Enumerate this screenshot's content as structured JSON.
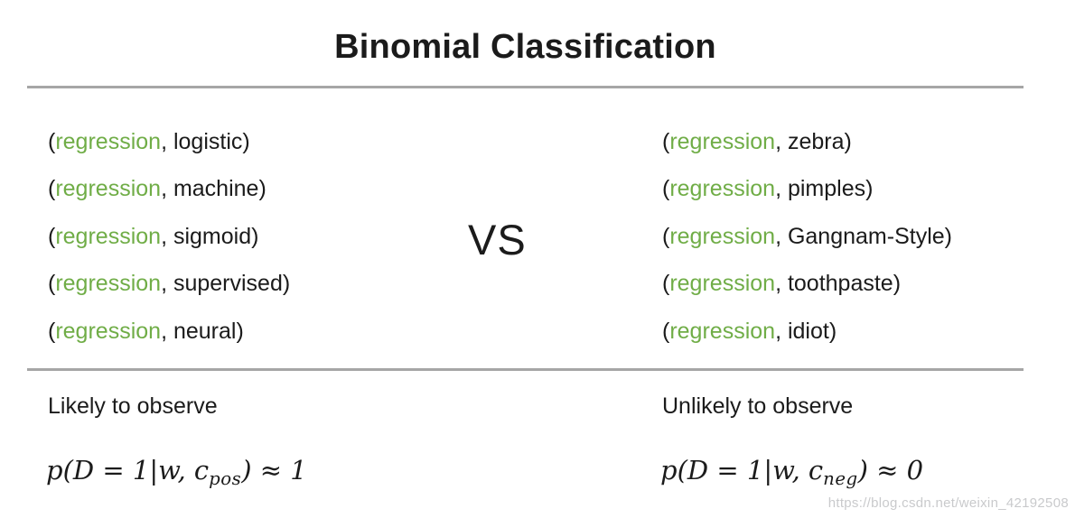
{
  "title": "Binomial Classification",
  "vs_label": "VS",
  "columns": {
    "left": {
      "pairs": [
        {
          "prefix": "(",
          "keyword": "regression",
          "suffix": ", logistic)"
        },
        {
          "prefix": "(",
          "keyword": "regression",
          "suffix": ", machine)"
        },
        {
          "prefix": "(",
          "keyword": "regression",
          "suffix": ", sigmoid)"
        },
        {
          "prefix": "(",
          "keyword": "regression",
          "suffix": ", supervised)"
        },
        {
          "prefix": "(",
          "keyword": "regression",
          "suffix": ", neural)"
        }
      ],
      "caption": "Likely to observe",
      "formula": {
        "prefix": "p(D = 1|w, c",
        "subscript": "pos",
        "suffix": ") ≈ 1"
      }
    },
    "right": {
      "pairs": [
        {
          "prefix": "(",
          "keyword": "regression",
          "suffix": ", zebra)"
        },
        {
          "prefix": "(",
          "keyword": "regression",
          "suffix": ", pimples)"
        },
        {
          "prefix": "(",
          "keyword": "regression",
          "suffix": ", Gangnam-Style)"
        },
        {
          "prefix": "(",
          "keyword": "regression",
          "suffix": ", toothpaste)"
        },
        {
          "prefix": "(",
          "keyword": "regression",
          "suffix": ", idiot)"
        }
      ],
      "caption": "Unlikely to observe",
      "formula": {
        "prefix": "p(D = 1|w, c",
        "subscript": "neg",
        "suffix": ") ≈ 0"
      }
    }
  },
  "watermark": "https://blog.csdn.net/weixin_42192508",
  "colors": {
    "keyword_green": "#70ad47",
    "text_black": "#1b1b1b",
    "divider_gray": "#a6a6a6",
    "watermark_gray": "#c9cacc"
  }
}
